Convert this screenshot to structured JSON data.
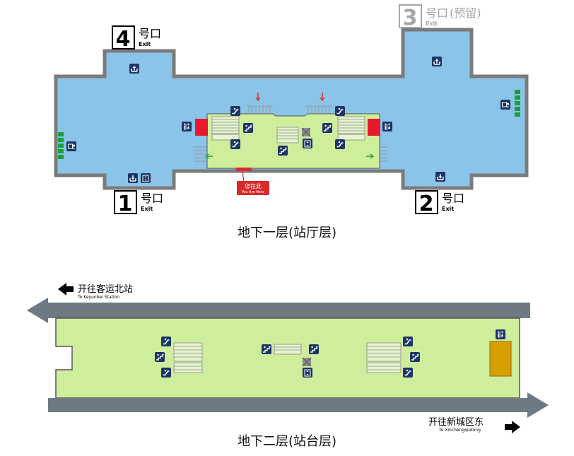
{
  "level_b1": {
    "caption": "地下一层(站厅层)",
    "you_are_here": {
      "cn": "您在此",
      "en": "You Are Here"
    },
    "exits": [
      {
        "number": "4",
        "label_cn": "号口",
        "label_en": "Exit",
        "note": ""
      },
      {
        "number": "3",
        "label_cn": "号口",
        "label_en": "Exit",
        "note": "(预留)"
      },
      {
        "number": "1",
        "label_cn": "号口",
        "label_en": "Exit",
        "note": ""
      },
      {
        "number": "2",
        "label_cn": "号口",
        "label_en": "Exit",
        "note": ""
      }
    ]
  },
  "level_b2": {
    "caption": "地下二层(站台层)",
    "direction_west": {
      "cn": "开往客运北站",
      "en": "To Keyunbei Station"
    },
    "direction_east": {
      "cn": "开往新城区东",
      "en": "To Xinchengqudong"
    }
  },
  "colors": {
    "concourse": "#8ac4e8",
    "paid_area": "#cfee9c",
    "wall": "#7b7b7b",
    "track": "#6d7a81",
    "exit_box_inactive": "#a6a6a6",
    "you_are_here": "#d82a2a",
    "gate": "#1a9e3a",
    "toilet_block": "#d7a000",
    "sign_bg": "#1d3566"
  }
}
